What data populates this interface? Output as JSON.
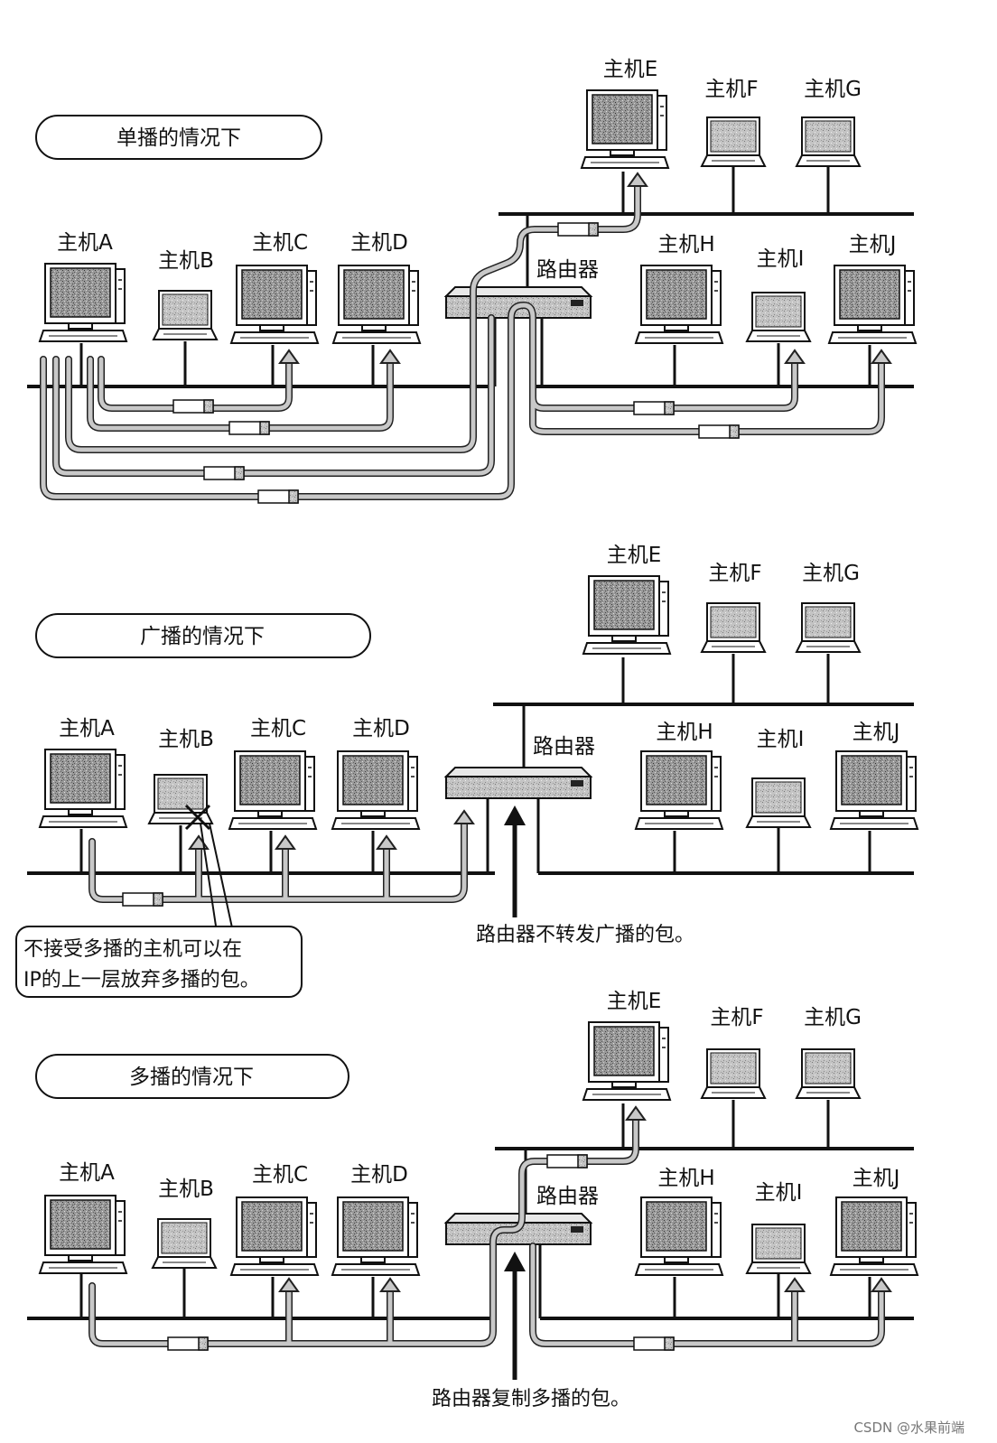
{
  "panels": [
    {
      "title": "单播的情况下",
      "hosts": {
        "A": "主机A",
        "B": "主机B",
        "C": "主机C",
        "D": "主机D",
        "E": "主机E",
        "F": "主机F",
        "G": "主机G",
        "H": "主机H",
        "I": "主机I",
        "J": "主机J"
      },
      "router_label": "路由器"
    },
    {
      "title": "广播的情况下",
      "hosts": {
        "A": "主机A",
        "B": "主机B",
        "C": "主机C",
        "D": "主机D",
        "E": "主机E",
        "F": "主机F",
        "G": "主机G",
        "H": "主机H",
        "I": "主机I",
        "J": "主机J"
      },
      "router_label": "路由器",
      "callout": [
        "不接受多播的主机可以在",
        "IP的上一层放弃多播的包。"
      ],
      "router_note": "路由器不转发广播的包。"
    },
    {
      "title": "多播的情况下",
      "hosts": {
        "A": "主机A",
        "B": "主机B",
        "C": "主机C",
        "D": "主机D",
        "E": "主机E",
        "F": "主机F",
        "G": "主机G",
        "H": "主机H",
        "I": "主机I",
        "J": "主机J"
      },
      "router_label": "路由器",
      "router_note": "路由器复制多播的包。"
    }
  ],
  "watermark": "CSDN @水果前端"
}
